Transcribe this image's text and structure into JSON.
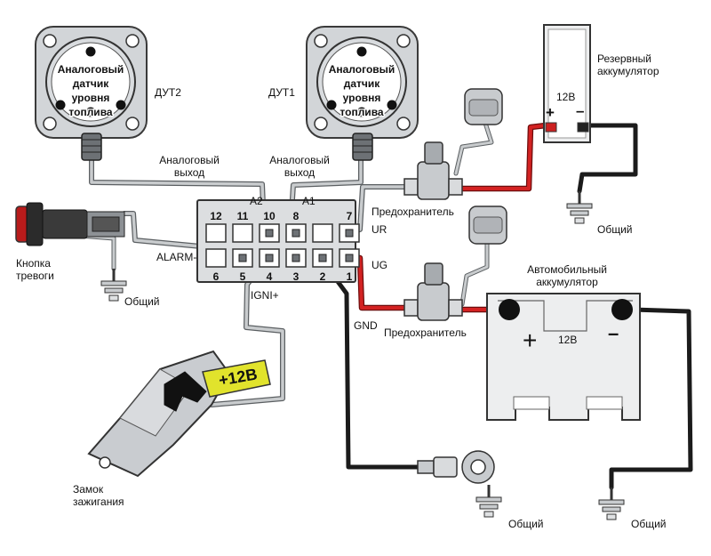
{
  "sensors": {
    "text_line1": "Аналоговый",
    "text_line2": "датчик",
    "text_line3": "уровня",
    "text_line4": "топлива",
    "dut2_label": "ДУТ2",
    "dut1_label": "ДУТ1"
  },
  "labels": {
    "analog_out_1": "Аналоговый",
    "analog_out_2": "выход",
    "a2": "A2",
    "a1": "A1",
    "fuse": "Предохранитель",
    "ur": "UR",
    "ug": "UG",
    "alarm": "ALARM-",
    "igni": "IGNI+",
    "gnd": "GND",
    "alarm_button_1": "Кнопка",
    "alarm_button_2": "тревоги",
    "ground": "Общий",
    "ignition_1": "Замок",
    "ignition_2": "зажигания",
    "plus12v": "+12В"
  },
  "backup_battery": {
    "name_1": "Резервный",
    "name_2": "аккумулятор",
    "voltage": "12В",
    "plus": "+",
    "minus": "–"
  },
  "car_battery": {
    "name_1": "Автомобильный",
    "name_2": "аккумулятор",
    "voltage": "12В",
    "plus": "+",
    "minus": "–"
  },
  "connector": {
    "top_pins": [
      "12",
      "11",
      "10",
      "8",
      "7"
    ],
    "bottom_pins": [
      "6",
      "5",
      "4",
      "3",
      "2",
      "1"
    ]
  },
  "colors": {
    "wire_gray": "#8f9396",
    "wire_red": "#cc1b1b",
    "wire_black": "#1b1b1b",
    "plug_yellow": "#e1e32c"
  }
}
